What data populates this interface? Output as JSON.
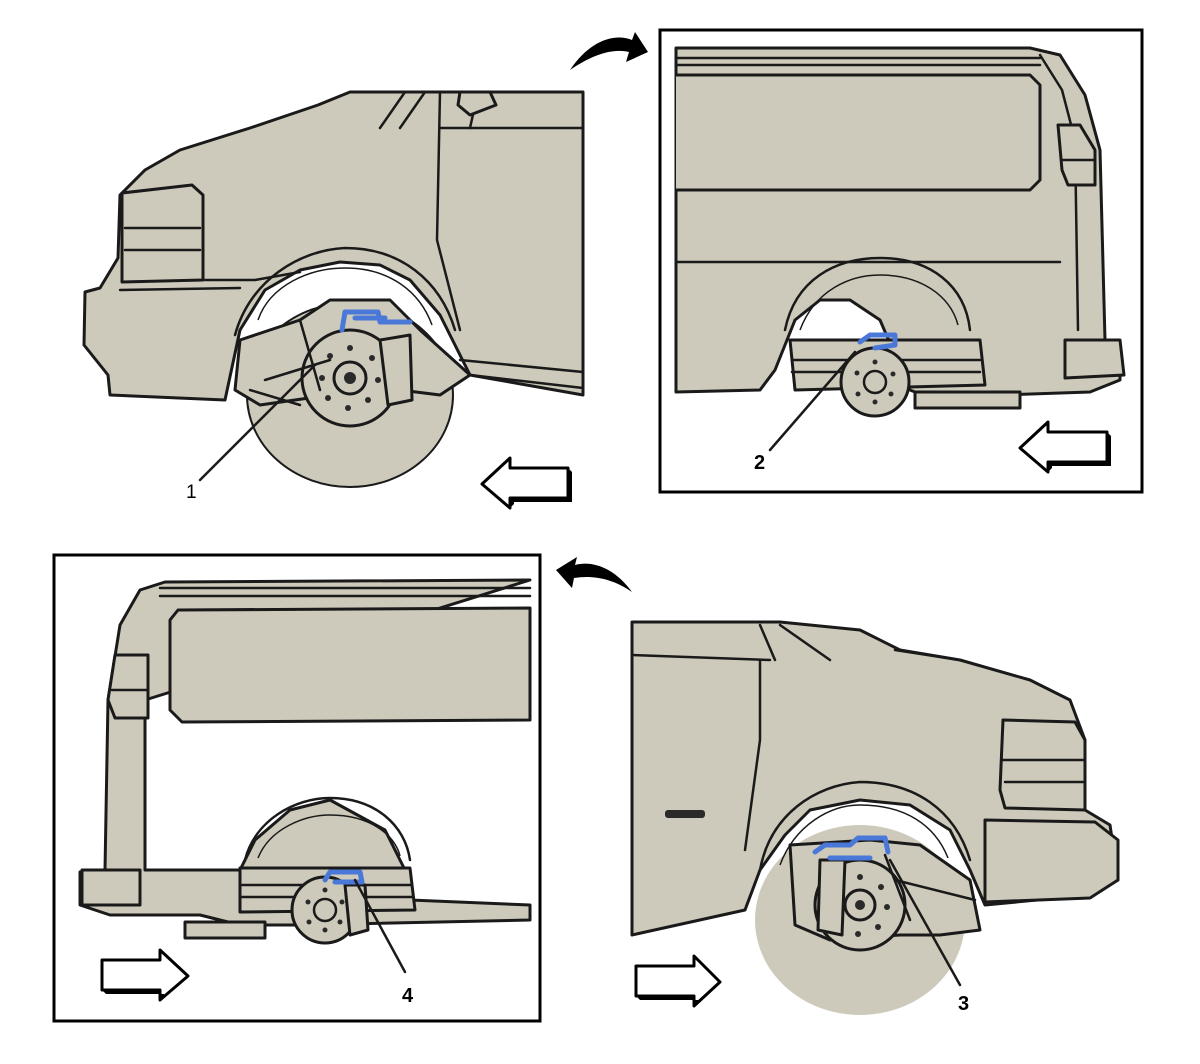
{
  "callouts": {
    "c1": "1",
    "c2": "2",
    "c3": "3",
    "c4": "4"
  },
  "colors": {
    "vehicle_body": "#cdcabb",
    "brake_hose_highlight": "#4a78d8",
    "outline": "#1a1a1a"
  },
  "icons": {
    "direction_arrow": "hollow-block-arrow",
    "rotation_arrow": "curved-arrow"
  }
}
